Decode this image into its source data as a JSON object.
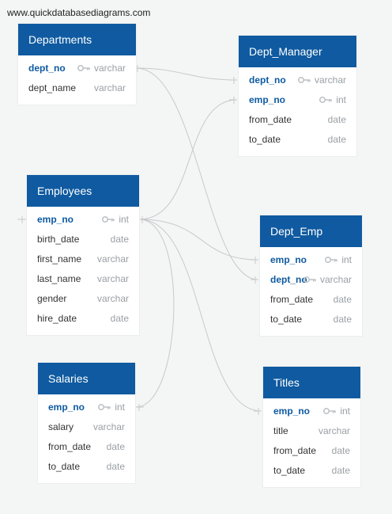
{
  "watermark": "www.quickdatabasediagrams.com",
  "tables": {
    "departments": {
      "title": "Departments",
      "fields": [
        {
          "name": "dept_no",
          "type": "varchar",
          "pk": true
        },
        {
          "name": "dept_name",
          "type": "varchar",
          "pk": false
        }
      ]
    },
    "dept_manager": {
      "title": "Dept_Manager",
      "fields": [
        {
          "name": "dept_no",
          "type": "varchar",
          "pk": true
        },
        {
          "name": "emp_no",
          "type": "int",
          "pk": true
        },
        {
          "name": "from_date",
          "type": "date",
          "pk": false
        },
        {
          "name": "to_date",
          "type": "date",
          "pk": false
        }
      ]
    },
    "employees": {
      "title": "Employees",
      "fields": [
        {
          "name": "emp_no",
          "type": "int",
          "pk": true
        },
        {
          "name": "birth_date",
          "type": "date",
          "pk": false
        },
        {
          "name": "first_name",
          "type": "varchar",
          "pk": false
        },
        {
          "name": "last_name",
          "type": "varchar",
          "pk": false
        },
        {
          "name": "gender",
          "type": "varchar",
          "pk": false
        },
        {
          "name": "hire_date",
          "type": "date",
          "pk": false
        }
      ]
    },
    "dept_emp": {
      "title": "Dept_Emp",
      "fields": [
        {
          "name": "emp_no",
          "type": "int",
          "pk": true
        },
        {
          "name": "dept_no",
          "type": "varchar",
          "pk": true
        },
        {
          "name": "from_date",
          "type": "date",
          "pk": false
        },
        {
          "name": "to_date",
          "type": "date",
          "pk": false
        }
      ]
    },
    "salaries": {
      "title": "Salaries",
      "fields": [
        {
          "name": "emp_no",
          "type": "int",
          "pk": true
        },
        {
          "name": "salary",
          "type": "varchar",
          "pk": false
        },
        {
          "name": "from_date",
          "type": "date",
          "pk": false
        },
        {
          "name": "to_date",
          "type": "date",
          "pk": false
        }
      ]
    },
    "titles": {
      "title": "Titles",
      "fields": [
        {
          "name": "emp_no",
          "type": "int",
          "pk": true
        },
        {
          "name": "title",
          "type": "varchar",
          "pk": false
        },
        {
          "name": "from_date",
          "type": "date",
          "pk": false
        },
        {
          "name": "to_date",
          "type": "date",
          "pk": false
        }
      ]
    }
  },
  "colors": {
    "header_bg": "#0f5aa0",
    "pk_text": "#0f5aa0",
    "type_text": "#9aa0a4",
    "link_line": "#c7c9cb",
    "background": "#f4f5f5"
  }
}
